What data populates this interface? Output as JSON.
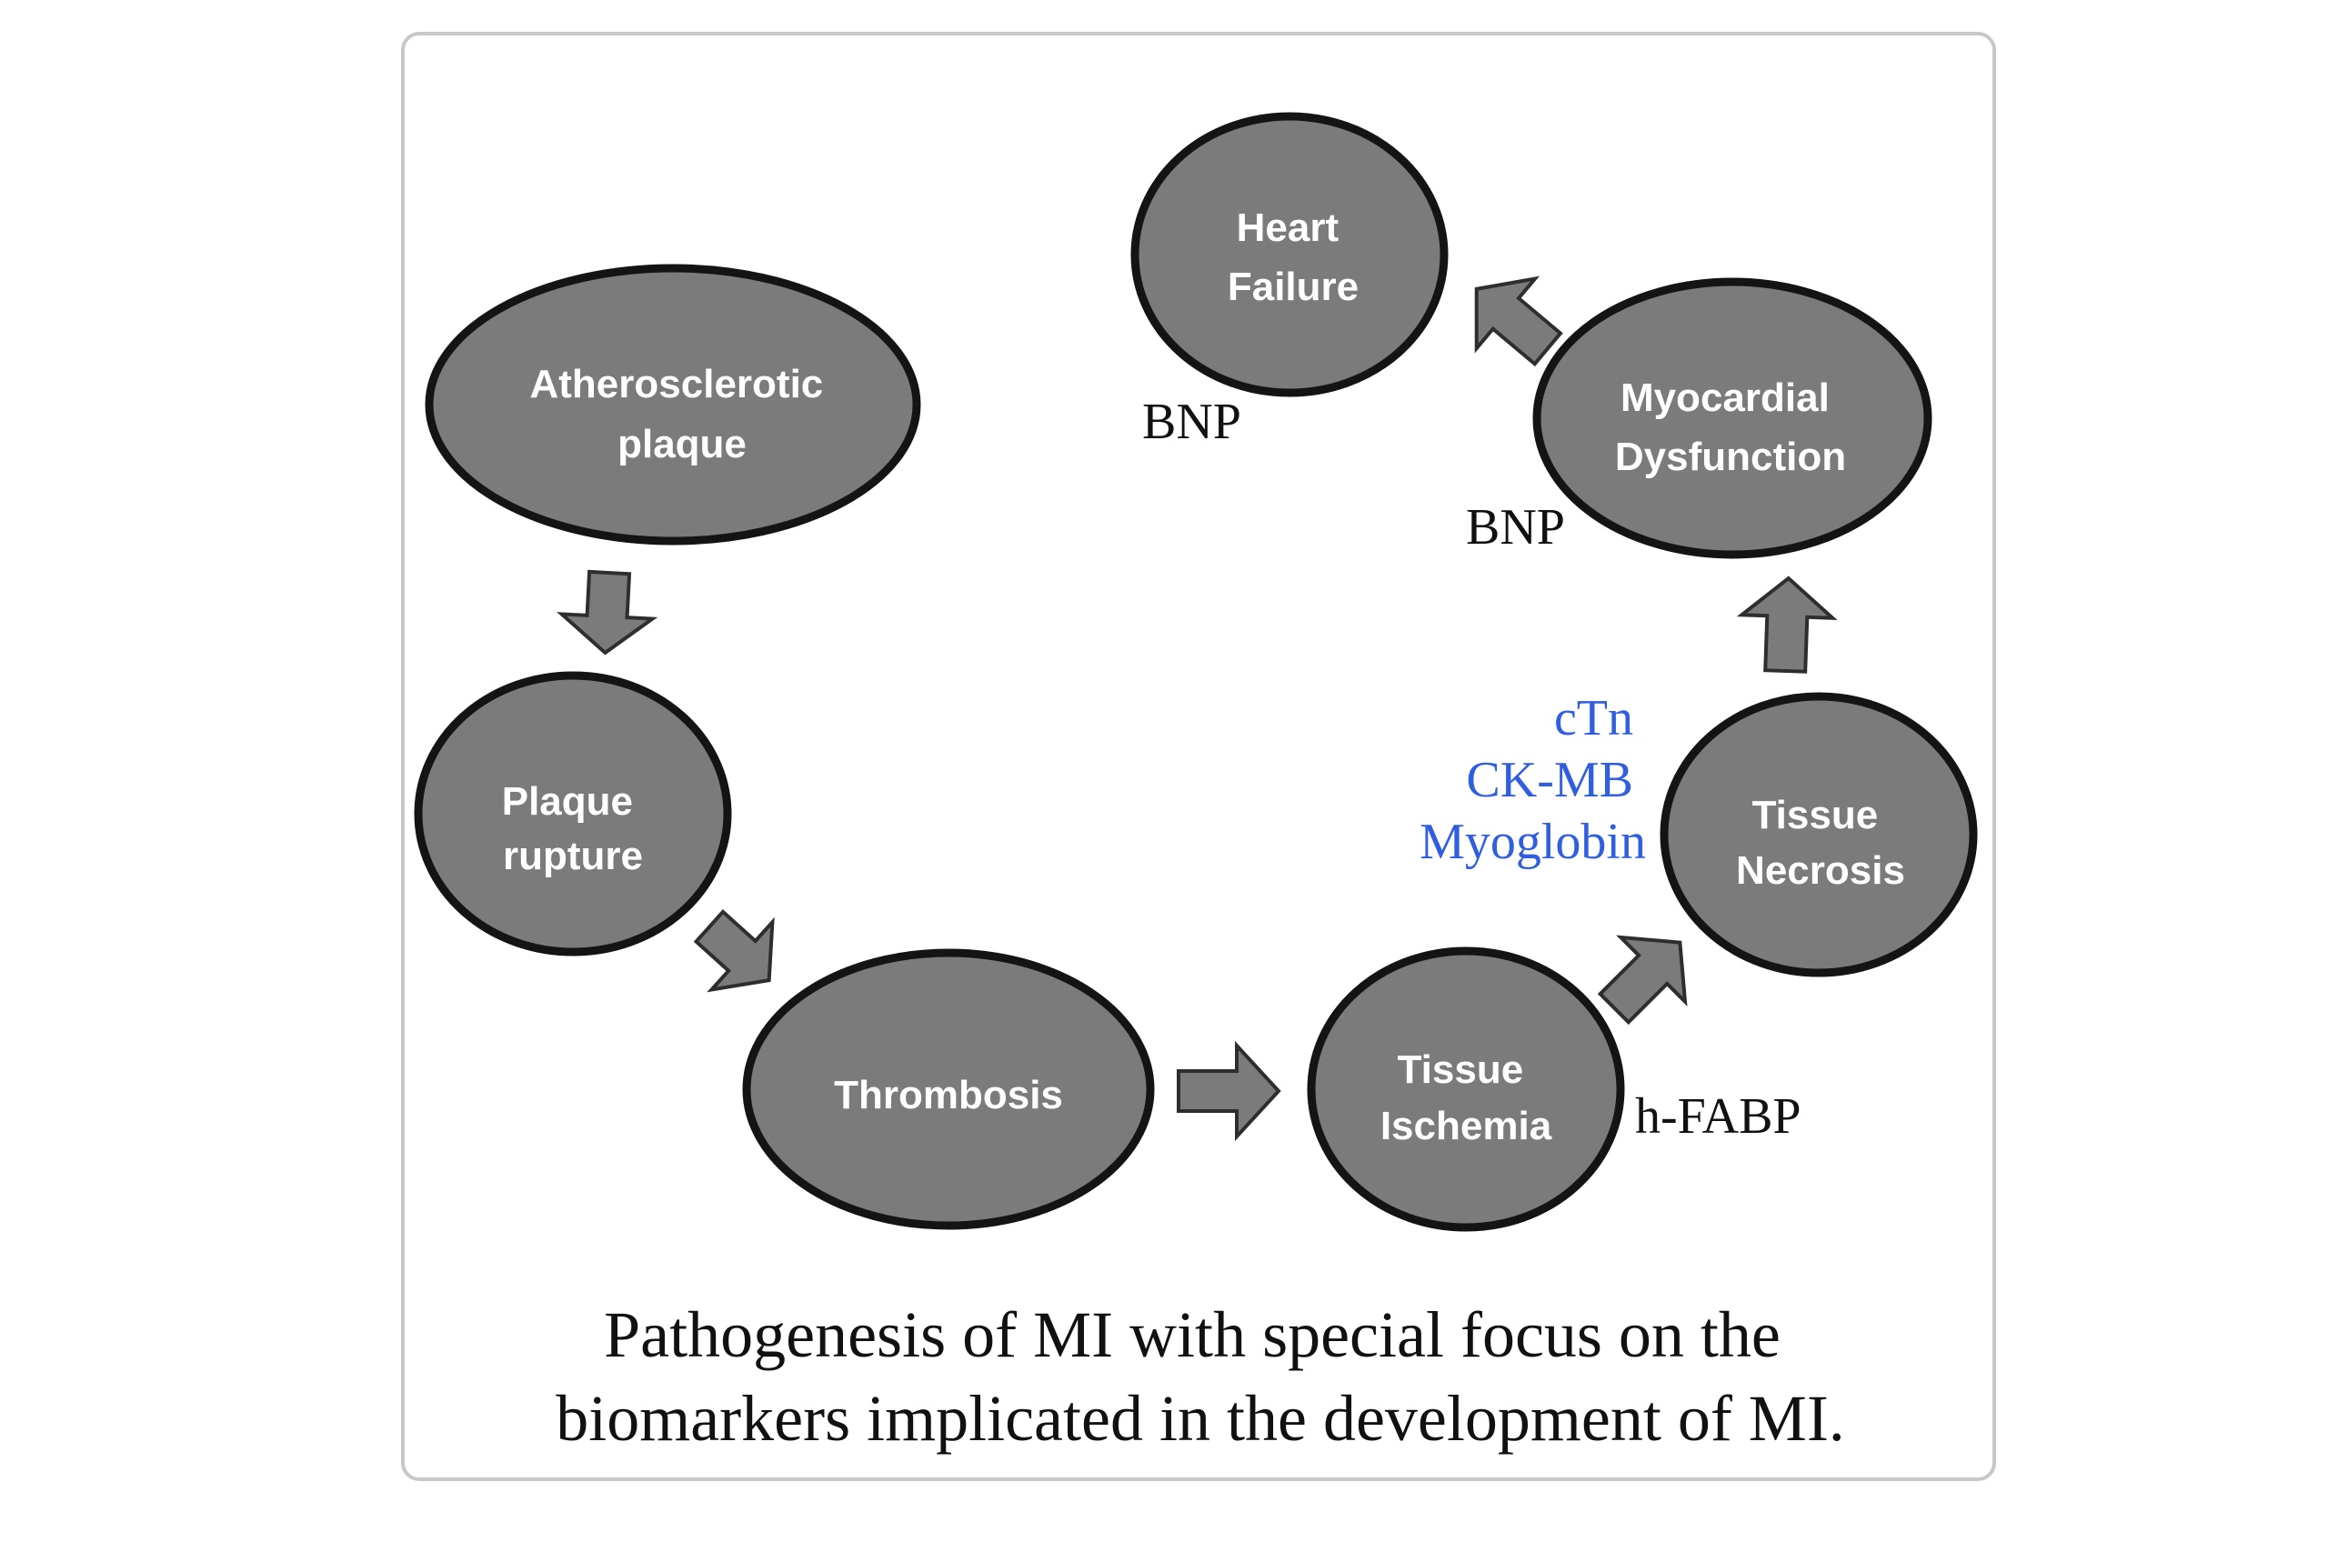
{
  "nodes": {
    "atherosclerotic_plaque": [
      "Atherosclerotic",
      "plaque"
    ],
    "plaque_rupture": [
      "Plaque",
      "rupture"
    ],
    "thrombosis": [
      "Thrombosis"
    ],
    "tissue_ischemia": [
      "Tissue",
      "Ischemia"
    ],
    "tissue_necrosis": [
      "Tissue",
      "Necrosis"
    ],
    "myocardial_dysfunction": [
      "Myocardial",
      "Dysfunction"
    ],
    "heart_failure": [
      "Heart",
      "Failure"
    ]
  },
  "biomarkers": {
    "heart_failure": "BNP",
    "myocardial_dysfunction": "BNP",
    "tissue_ischemia": "h-FABP",
    "tissue_necrosis": [
      "cTn",
      "CK-MB",
      "Myoglobin"
    ]
  },
  "colors": {
    "node_fill": "#7b7b7b",
    "node_stroke": "#141414",
    "necrosis_markers": "#2f5fe0",
    "other_markers": "#111111"
  },
  "caption": [
    "Pathogenesis of MI with special focus on the",
    "biomarkers implicated in the development of MI."
  ]
}
